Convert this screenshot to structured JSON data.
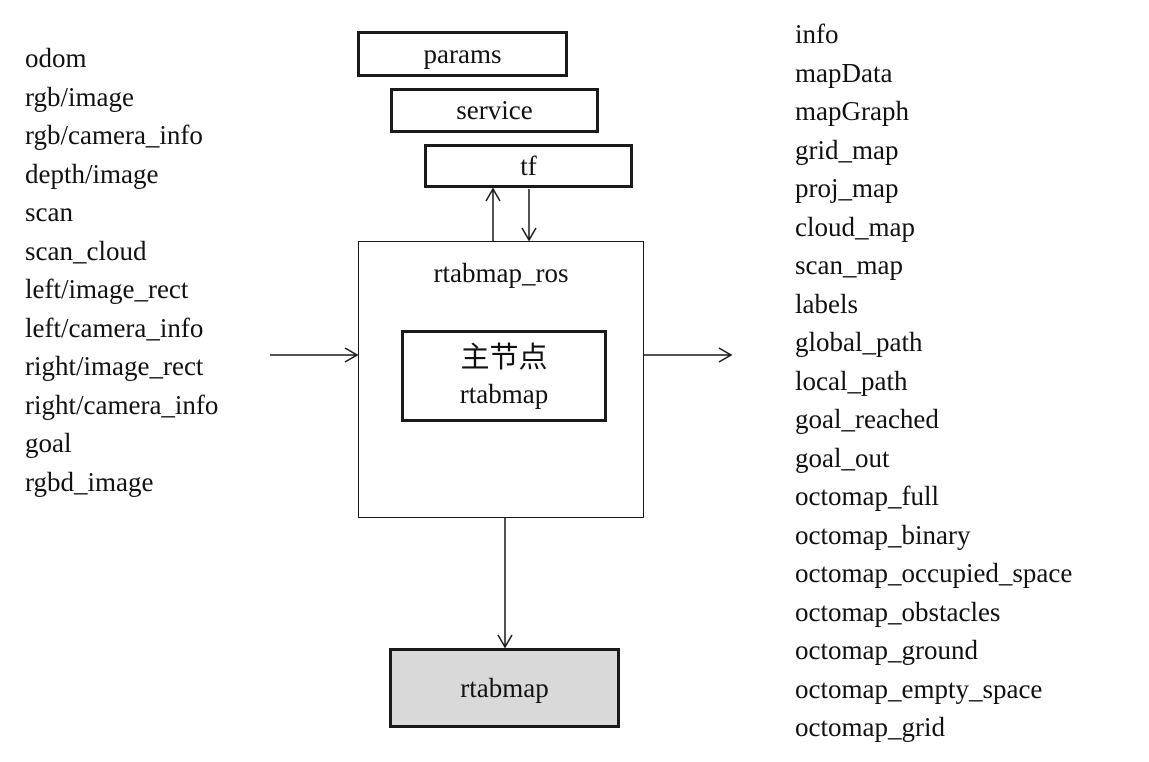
{
  "inputs": [
    "odom",
    "rgb/image",
    "rgb/camera_info",
    "depth/image",
    "scan",
    "scan_cloud",
    "left/image_rect",
    "left/camera_info",
    "right/image_rect",
    "right/camera_info",
    "goal",
    "rgbd_image"
  ],
  "outputs": [
    "info",
    "mapData",
    "mapGraph",
    "grid_map",
    "proj_map",
    "cloud_map",
    "scan_map",
    "labels",
    "global_path",
    "local_path",
    "goal_reached",
    "goal_out",
    "octomap_full",
    "octomap_binary",
    "octomap_occupied_space",
    "octomap_obstacles",
    "octomap_ground",
    "octomap_empty_space",
    "octomap_grid"
  ],
  "boxes": {
    "params": "params",
    "service": "service",
    "tf": "tf",
    "ros_package": "rtabmap_ros",
    "main_node_line1": "主节点",
    "main_node_line2": "rtabmap",
    "library": "rtabmap"
  }
}
